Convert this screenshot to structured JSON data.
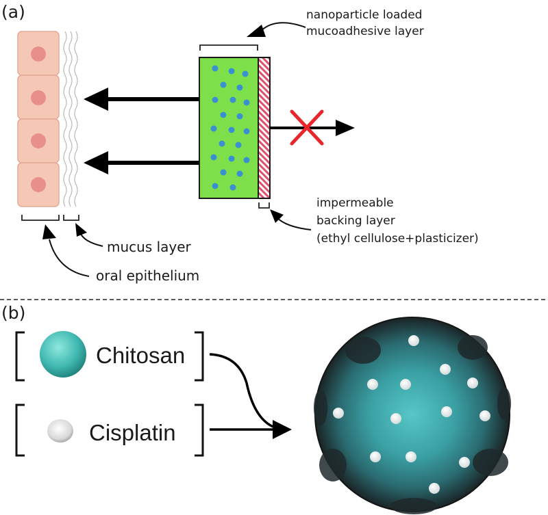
{
  "panel_a": {
    "label": "(a)",
    "nanoparticle_label_1": "nanoparticle loaded",
    "nanoparticle_label_2": "mucoadhesive layer",
    "backing_label_1": "impermeable",
    "backing_label_2": "backing layer",
    "backing_label_3": "(ethyl cellulose+plasticizer)",
    "mucus_label": "mucus layer",
    "epithelium_label": "oral epithelium"
  },
  "panel_b": {
    "label": "(b)",
    "chitosan_label": "Chitosan",
    "cisplatin_label": "Cisplatin"
  },
  "colors": {
    "cell_fill": "#f5c7b5",
    "cell_nucleus": "#e88f8a",
    "mucoadhesive_fill": "#7de04a",
    "nanoparticle_dot": "#3a8fd0",
    "backing_stripe": "#e0506a",
    "blocked_cross": "#e8262c",
    "chitosan": "#3fb8b0",
    "particle_dark": "#1c2a2c"
  }
}
